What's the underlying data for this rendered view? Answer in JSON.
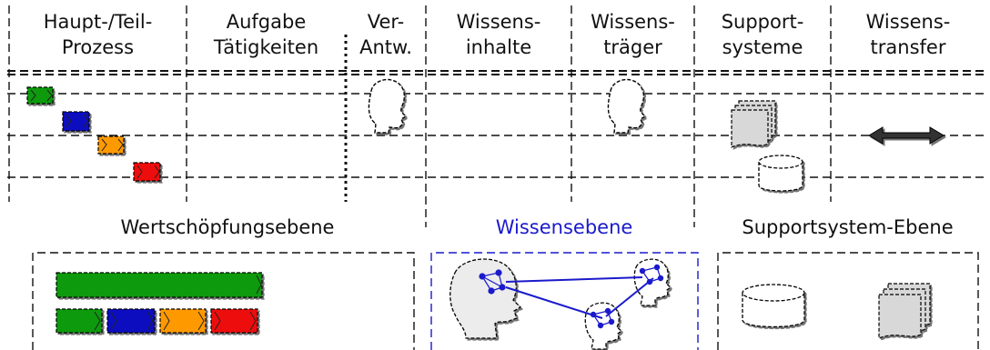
{
  "columns": [
    {
      "line1": "Haupt-/Teil-",
      "line2": "Prozess"
    },
    {
      "line1": "Aufgabe",
      "line2": "Tätigkeiten"
    },
    {
      "line1": "Ver-",
      "line2": "Antw."
    },
    {
      "line1": "Wissens-",
      "line2": "inhalte"
    },
    {
      "line1": "Wissens-",
      "line2": "träger"
    },
    {
      "line1": "Support-",
      "line2": "systeme"
    },
    {
      "line1": "Wissens-",
      "line2": "transfer"
    }
  ],
  "levels": {
    "value_creation": "Wertschöpfungsebene",
    "knowledge": "Wissensebene",
    "support": "Supportsystem-Ebene"
  },
  "colors": {
    "green": "#0e9a0e",
    "blue": "#1010c0",
    "orange": "#ff9900",
    "red": "#ee1111",
    "knowledge_accent": "#1a1acc",
    "line": "#111111",
    "doc_fill": "#d8d8d8"
  },
  "icons": [
    "process-arrow-icon",
    "head-icon",
    "document-stack-icon",
    "database-icon",
    "double-arrow-icon",
    "knowledge-network-icon"
  ]
}
